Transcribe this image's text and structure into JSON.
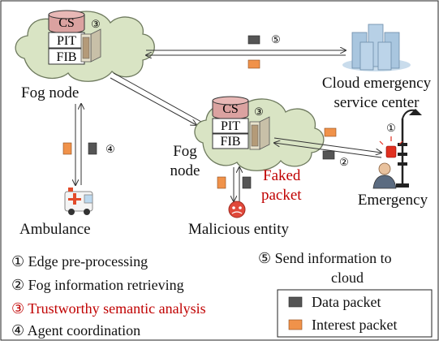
{
  "colors": {
    "cloud_fill": "#d9e4c4",
    "cloud_stroke": "#6e7a5e",
    "cs_cylinder": "#dba2a0",
    "data_packet": "#555555",
    "interest_packet": "#f0924a",
    "highlight_red": "#c00000",
    "server_blue": "#a9c6df"
  },
  "icons": {
    "fog_server": "server-icon",
    "cloud_center": "datacenter-icon",
    "ambulance": "ambulance-icon",
    "malicious": "malicious-robot-icon",
    "emergency_person": "person-icon",
    "emergency_alarm": "siren-icon",
    "street_light": "streetlight-icon"
  },
  "nodes": {
    "fog_node_top": {
      "label": "Fog node",
      "stack": [
        "CS",
        "PIT",
        "FIB"
      ],
      "step": "③"
    },
    "fog_node_mid": {
      "label_line1": "Fog",
      "label_line2": "node",
      "stack": [
        "CS",
        "PIT",
        "FIB"
      ],
      "step": "③"
    },
    "cloud_center": {
      "label_line1": "Cloud emergency",
      "label_line2": "service center"
    },
    "ambulance": {
      "label": "Ambulance"
    },
    "malicious": {
      "label": "Malicious entity"
    },
    "emergency": {
      "label": "Emergency"
    },
    "faked_packet": {
      "line1": "Faked",
      "line2": "packet"
    }
  },
  "step_marks": {
    "cloud_link": "⑤",
    "ambulance_link": "④",
    "emergency_link": "②",
    "emergency_node": "①"
  },
  "legend": {
    "steps": [
      "① Edge pre-processing",
      "② Fog information retrieving",
      "③ Trustworthy semantic analysis",
      "④ Agent coordination"
    ],
    "step5_line1": "⑤ Send information to",
    "step5_line2": "cloud",
    "packets": [
      {
        "label": "Data packet",
        "color": "#555555"
      },
      {
        "label": "Interest packet",
        "color": "#f0924a"
      }
    ]
  }
}
